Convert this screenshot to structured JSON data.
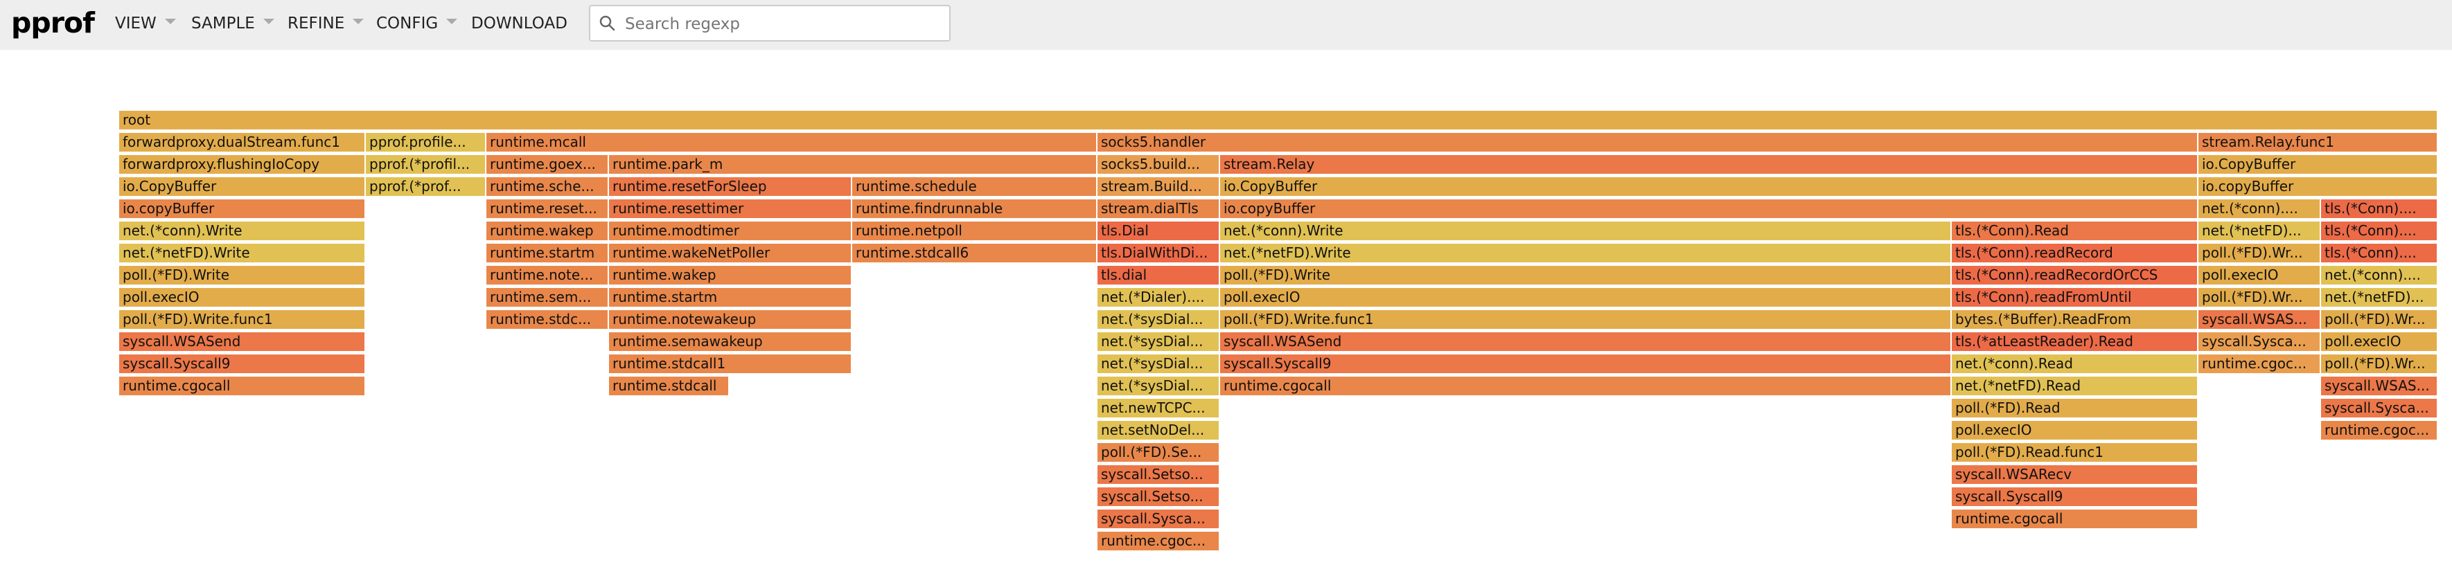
{
  "header": {
    "logo": "pprof",
    "menus": [
      "VIEW",
      "SAMPLE",
      "REFINE",
      "CONFIG",
      "DOWNLOAD"
    ],
    "search_placeholder": "Search regexp",
    "search_value": ""
  },
  "colors": {
    "toolbar_bg": "#eeeeee",
    "frame_colors": [
      "#e3ac4a",
      "#e1c153",
      "#e9874a",
      "#ec7748",
      "#ed6a47",
      "#e99e4f"
    ]
  },
  "flame": {
    "frames": [
      {
        "label": "root",
        "color": "#e3ac4a"
      },
      {
        "label": "forwardproxy.dualStream.func1",
        "color": "#e3ac4a"
      },
      {
        "label": "pprof.profile...",
        "color": "#e1c153"
      },
      {
        "label": "runtime.mcall",
        "color": "#e9874a"
      },
      {
        "label": "socks5.handler",
        "color": "#e9874a"
      },
      {
        "label": "stream.Relay.func1",
        "color": "#e9874a"
      },
      {
        "label": "forwardproxy.flushingIoCopy",
        "color": "#e3ac4a"
      },
      {
        "label": "pprof.(*profil...",
        "color": "#e1c153"
      },
      {
        "label": "runtime.goex...",
        "color": "#e9874a"
      },
      {
        "label": "runtime.park_m",
        "color": "#e9874a"
      },
      {
        "label": "socks5.build...",
        "color": "#e99e4f"
      },
      {
        "label": "stream.Relay",
        "color": "#ec7748"
      },
      {
        "label": "io.CopyBuffer",
        "color": "#e3ac4a"
      },
      {
        "label": "io.CopyBuffer",
        "color": "#e3ac4a"
      },
      {
        "label": "pprof.(*prof...",
        "color": "#e1c153"
      },
      {
        "label": "runtime.sche...",
        "color": "#e9874a"
      },
      {
        "label": "runtime.resetForSleep",
        "color": "#ec7748"
      },
      {
        "label": "runtime.schedule",
        "color": "#e9874a"
      },
      {
        "label": "stream.Build...",
        "color": "#e99e4f"
      },
      {
        "label": "io.CopyBuffer",
        "color": "#e3ac4a"
      },
      {
        "label": "io.copyBuffer",
        "color": "#e3ac4a"
      },
      {
        "label": "io.copyBuffer",
        "color": "#e9874a"
      },
      {
        "label": "runtime.reset...",
        "color": "#e9874a"
      },
      {
        "label": "runtime.resettimer",
        "color": "#ec7748"
      },
      {
        "label": "runtime.findrunnable",
        "color": "#e9874a"
      },
      {
        "label": "stream.dialTls",
        "color": "#e9874a"
      },
      {
        "label": "io.copyBuffer",
        "color": "#e9874a"
      },
      {
        "label": "net.(*conn)....",
        "color": "#e3ac4a"
      },
      {
        "label": "tls.(*Conn)....",
        "color": "#ed6a47"
      },
      {
        "label": "net.(*conn).Write",
        "color": "#e1c153"
      },
      {
        "label": "runtime.wakep",
        "color": "#e9874a"
      },
      {
        "label": "runtime.modtimer",
        "color": "#e9874a"
      },
      {
        "label": "runtime.netpoll",
        "color": "#e9874a"
      },
      {
        "label": "tls.Dial",
        "color": "#ed6a47"
      },
      {
        "label": "net.(*conn).Write",
        "color": "#e1c153"
      },
      {
        "label": "tls.(*Conn).Read",
        "color": "#ec7748"
      },
      {
        "label": "net.(*netFD)...",
        "color": "#e1c153"
      },
      {
        "label": "tls.(*Conn)....",
        "color": "#ed6a47"
      },
      {
        "label": "net.(*netFD).Write",
        "color": "#e1c153"
      },
      {
        "label": "runtime.startm",
        "color": "#e9874a"
      },
      {
        "label": "runtime.wakeNetPoller",
        "color": "#e9874a"
      },
      {
        "label": "runtime.stdcall6",
        "color": "#e9874a"
      },
      {
        "label": "tls.DialWithDi...",
        "color": "#ed6a47"
      },
      {
        "label": "net.(*netFD).Write",
        "color": "#e1c153"
      },
      {
        "label": "tls.(*Conn).readRecord",
        "color": "#ed6a47"
      },
      {
        "label": "poll.(*FD).Wr...",
        "color": "#e3ac4a"
      },
      {
        "label": "tls.(*Conn)....",
        "color": "#ed6a47"
      },
      {
        "label": "poll.(*FD).Write",
        "color": "#e3ac4a"
      },
      {
        "label": "runtime.note...",
        "color": "#e9874a"
      },
      {
        "label": "runtime.wakep",
        "color": "#e9874a"
      },
      {
        "label": "tls.dial",
        "color": "#ed6a47"
      },
      {
        "label": "poll.(*FD).Write",
        "color": "#e3ac4a"
      },
      {
        "label": "tls.(*Conn).readRecordOrCCS",
        "color": "#ed6a47"
      },
      {
        "label": "poll.execIO",
        "color": "#e3ac4a"
      },
      {
        "label": "net.(*conn)....",
        "color": "#e1c153"
      },
      {
        "label": "poll.execIO",
        "color": "#e3ac4a"
      },
      {
        "label": "runtime.sem...",
        "color": "#e9874a"
      },
      {
        "label": "runtime.startm",
        "color": "#e9874a"
      },
      {
        "label": "net.(*Dialer)....",
        "color": "#e1c153"
      },
      {
        "label": "poll.execIO",
        "color": "#e3ac4a"
      },
      {
        "label": "tls.(*Conn).readFromUntil",
        "color": "#ed6a47"
      },
      {
        "label": "poll.(*FD).Wr...",
        "color": "#e3ac4a"
      },
      {
        "label": "net.(*netFD)...",
        "color": "#e1c153"
      },
      {
        "label": "poll.(*FD).Write.func1",
        "color": "#e3ac4a"
      },
      {
        "label": "runtime.stdc...",
        "color": "#e9874a"
      },
      {
        "label": "runtime.notewakeup",
        "color": "#e9874a"
      },
      {
        "label": "net.(*sysDial...",
        "color": "#e1c153"
      },
      {
        "label": "poll.(*FD).Write.func1",
        "color": "#e3ac4a"
      },
      {
        "label": "bytes.(*Buffer).ReadFrom",
        "color": "#e3ac4a"
      },
      {
        "label": "syscall.WSAS...",
        "color": "#ec7748"
      },
      {
        "label": "poll.(*FD).Wr...",
        "color": "#e3ac4a"
      },
      {
        "label": "syscall.WSASend",
        "color": "#ec7748"
      },
      {
        "label": "runtime.semawakeup",
        "color": "#e9874a"
      },
      {
        "label": "net.(*sysDial...",
        "color": "#e1c153"
      },
      {
        "label": "syscall.WSASend",
        "color": "#ec7748"
      },
      {
        "label": "tls.(*atLeastReader).Read",
        "color": "#ed6a47"
      },
      {
        "label": "syscall.Sysca...",
        "color": "#e99e4f"
      },
      {
        "label": "poll.execIO",
        "color": "#e3ac4a"
      },
      {
        "label": "syscall.Syscall9",
        "color": "#ec7748"
      },
      {
        "label": "runtime.stdcall1",
        "color": "#e9874a"
      },
      {
        "label": "net.(*sysDial...",
        "color": "#e1c153"
      },
      {
        "label": "syscall.Syscall9",
        "color": "#ec7748"
      },
      {
        "label": "net.(*conn).Read",
        "color": "#e1c153"
      },
      {
        "label": "runtime.cgoc...",
        "color": "#e99e4f"
      },
      {
        "label": "poll.(*FD).Wr...",
        "color": "#e3ac4a"
      },
      {
        "label": "runtime.cgocall",
        "color": "#e9874a"
      },
      {
        "label": "runtime.stdcall",
        "color": "#e9874a"
      },
      {
        "label": "net.(*sysDial...",
        "color": "#e1c153"
      },
      {
        "label": "runtime.cgocall",
        "color": "#e9874a"
      },
      {
        "label": "net.(*netFD).Read",
        "color": "#e1c153"
      },
      {
        "label": "syscall.WSAS...",
        "color": "#ec7748"
      },
      {
        "label": "net.newTCPC...",
        "color": "#e1c153"
      },
      {
        "label": "poll.(*FD).Read",
        "color": "#e3ac4a"
      },
      {
        "label": "syscall.Sysca...",
        "color": "#ec7748"
      },
      {
        "label": "net.setNoDel...",
        "color": "#e1c153"
      },
      {
        "label": "poll.execIO",
        "color": "#e3ac4a"
      },
      {
        "label": "runtime.cgoc...",
        "color": "#e9874a"
      },
      {
        "label": "poll.(*FD).Se...",
        "color": "#e9874a"
      },
      {
        "label": "poll.(*FD).Read.func1",
        "color": "#e3ac4a"
      },
      {
        "label": "syscall.Setso...",
        "color": "#ec7748"
      },
      {
        "label": "syscall.WSARecv",
        "color": "#ec7748"
      },
      {
        "label": "syscall.Setso...",
        "color": "#ec7748"
      },
      {
        "label": "syscall.Syscall9",
        "color": "#ec7748"
      },
      {
        "label": "syscall.Sysca...",
        "color": "#ec7748"
      },
      {
        "label": "runtime.cgocall",
        "color": "#e9874a"
      },
      {
        "label": "runtime.cgoc...",
        "color": "#e9874a"
      }
    ]
  }
}
